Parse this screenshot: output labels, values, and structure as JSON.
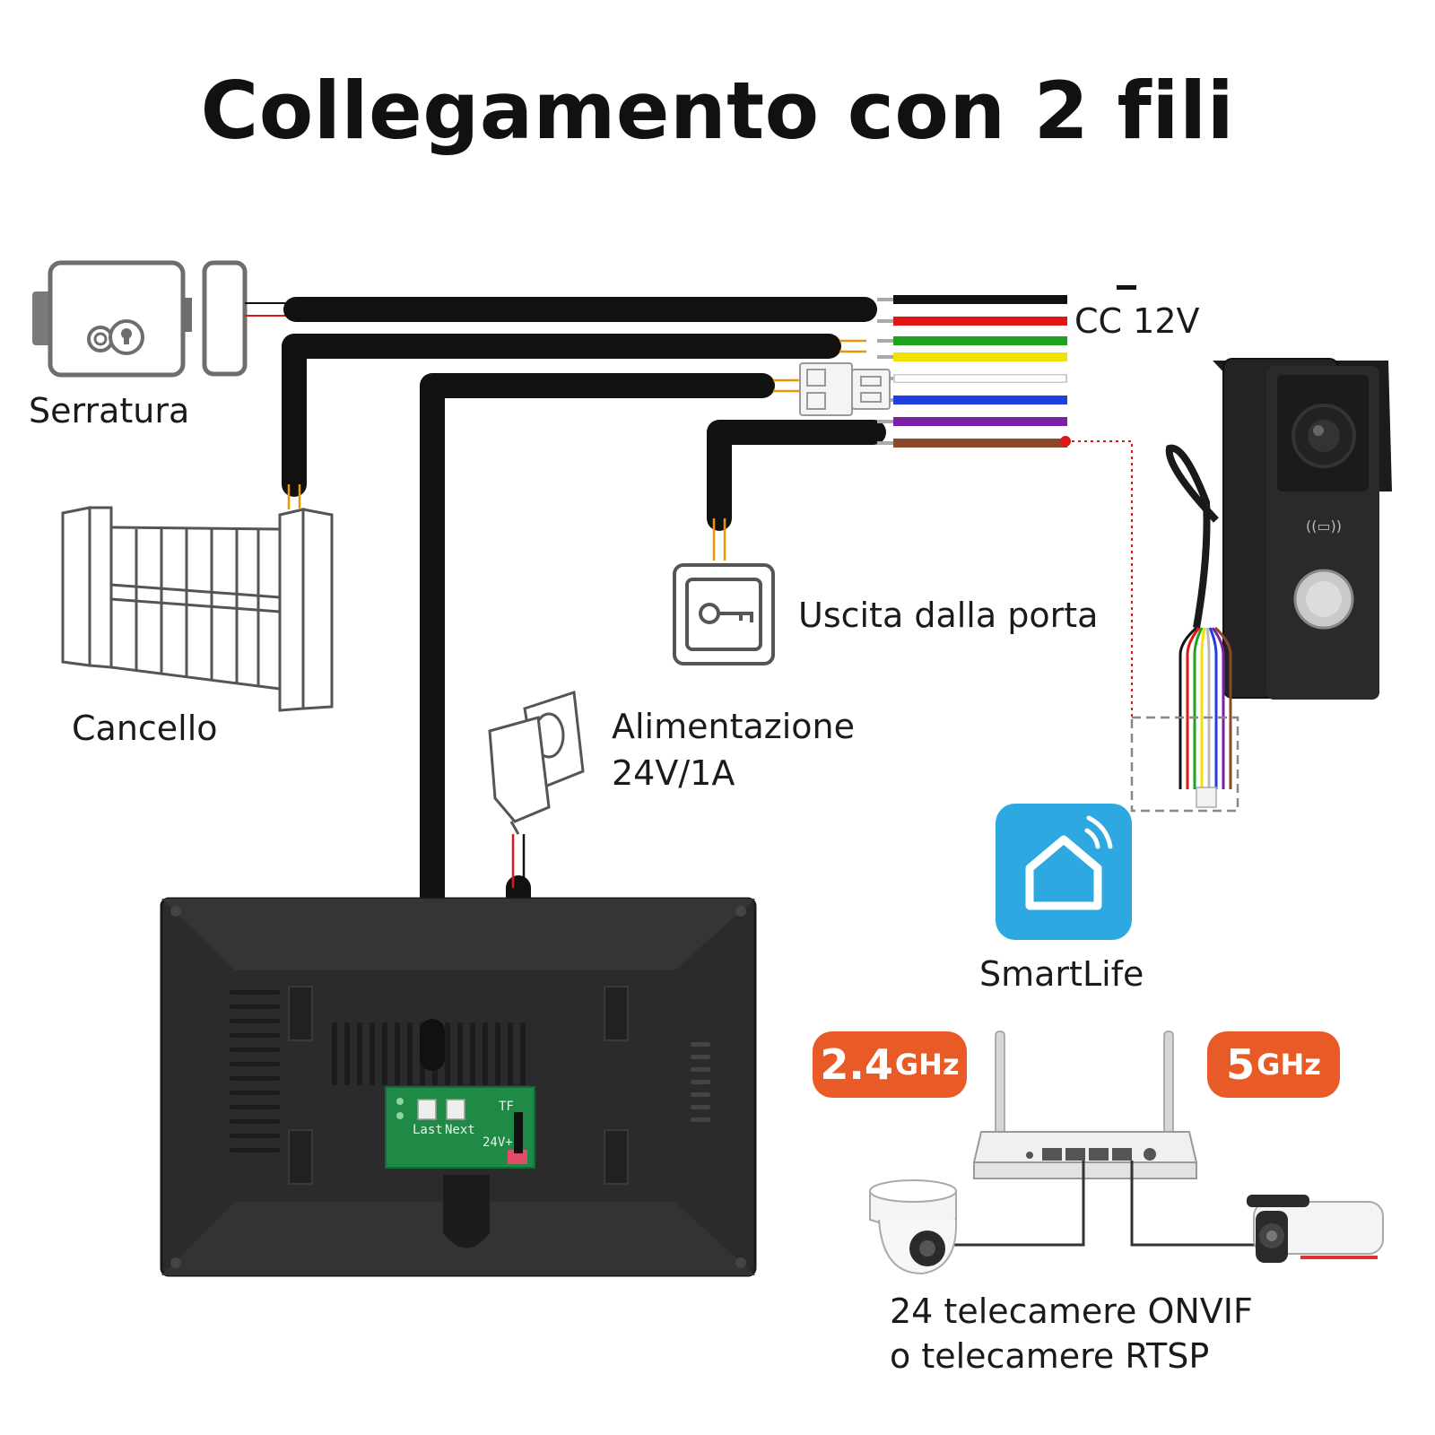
{
  "title": "Collegamento con 2 fili",
  "labels": {
    "lock": "Serratura",
    "gate": "Cancello",
    "exit": "Uscita dalla porta",
    "power_line1": "Alimentazione",
    "power_line2": "24V/1A",
    "dc": "CC 12V",
    "app": "SmartLife",
    "cameras_line1": "24 telecamere ONVIF",
    "cameras_line2": "o telecamere RTSP"
  },
  "wifi": {
    "band1_num": "2.4",
    "band1_unit": "GHz",
    "band2_num": "5",
    "band2_unit": "GHz"
  },
  "board": {
    "last": "Last",
    "next": "Next",
    "tf": "TF",
    "power": "24V+"
  },
  "wire_colors": [
    "#111111",
    "#e01515",
    "#1fa31f",
    "#f2e200",
    "#ffffff",
    "#1f3fe0",
    "#7a1fa8",
    "#8a4a2a"
  ],
  "accent": "#e85a26",
  "app_color": "#2ea8e0"
}
